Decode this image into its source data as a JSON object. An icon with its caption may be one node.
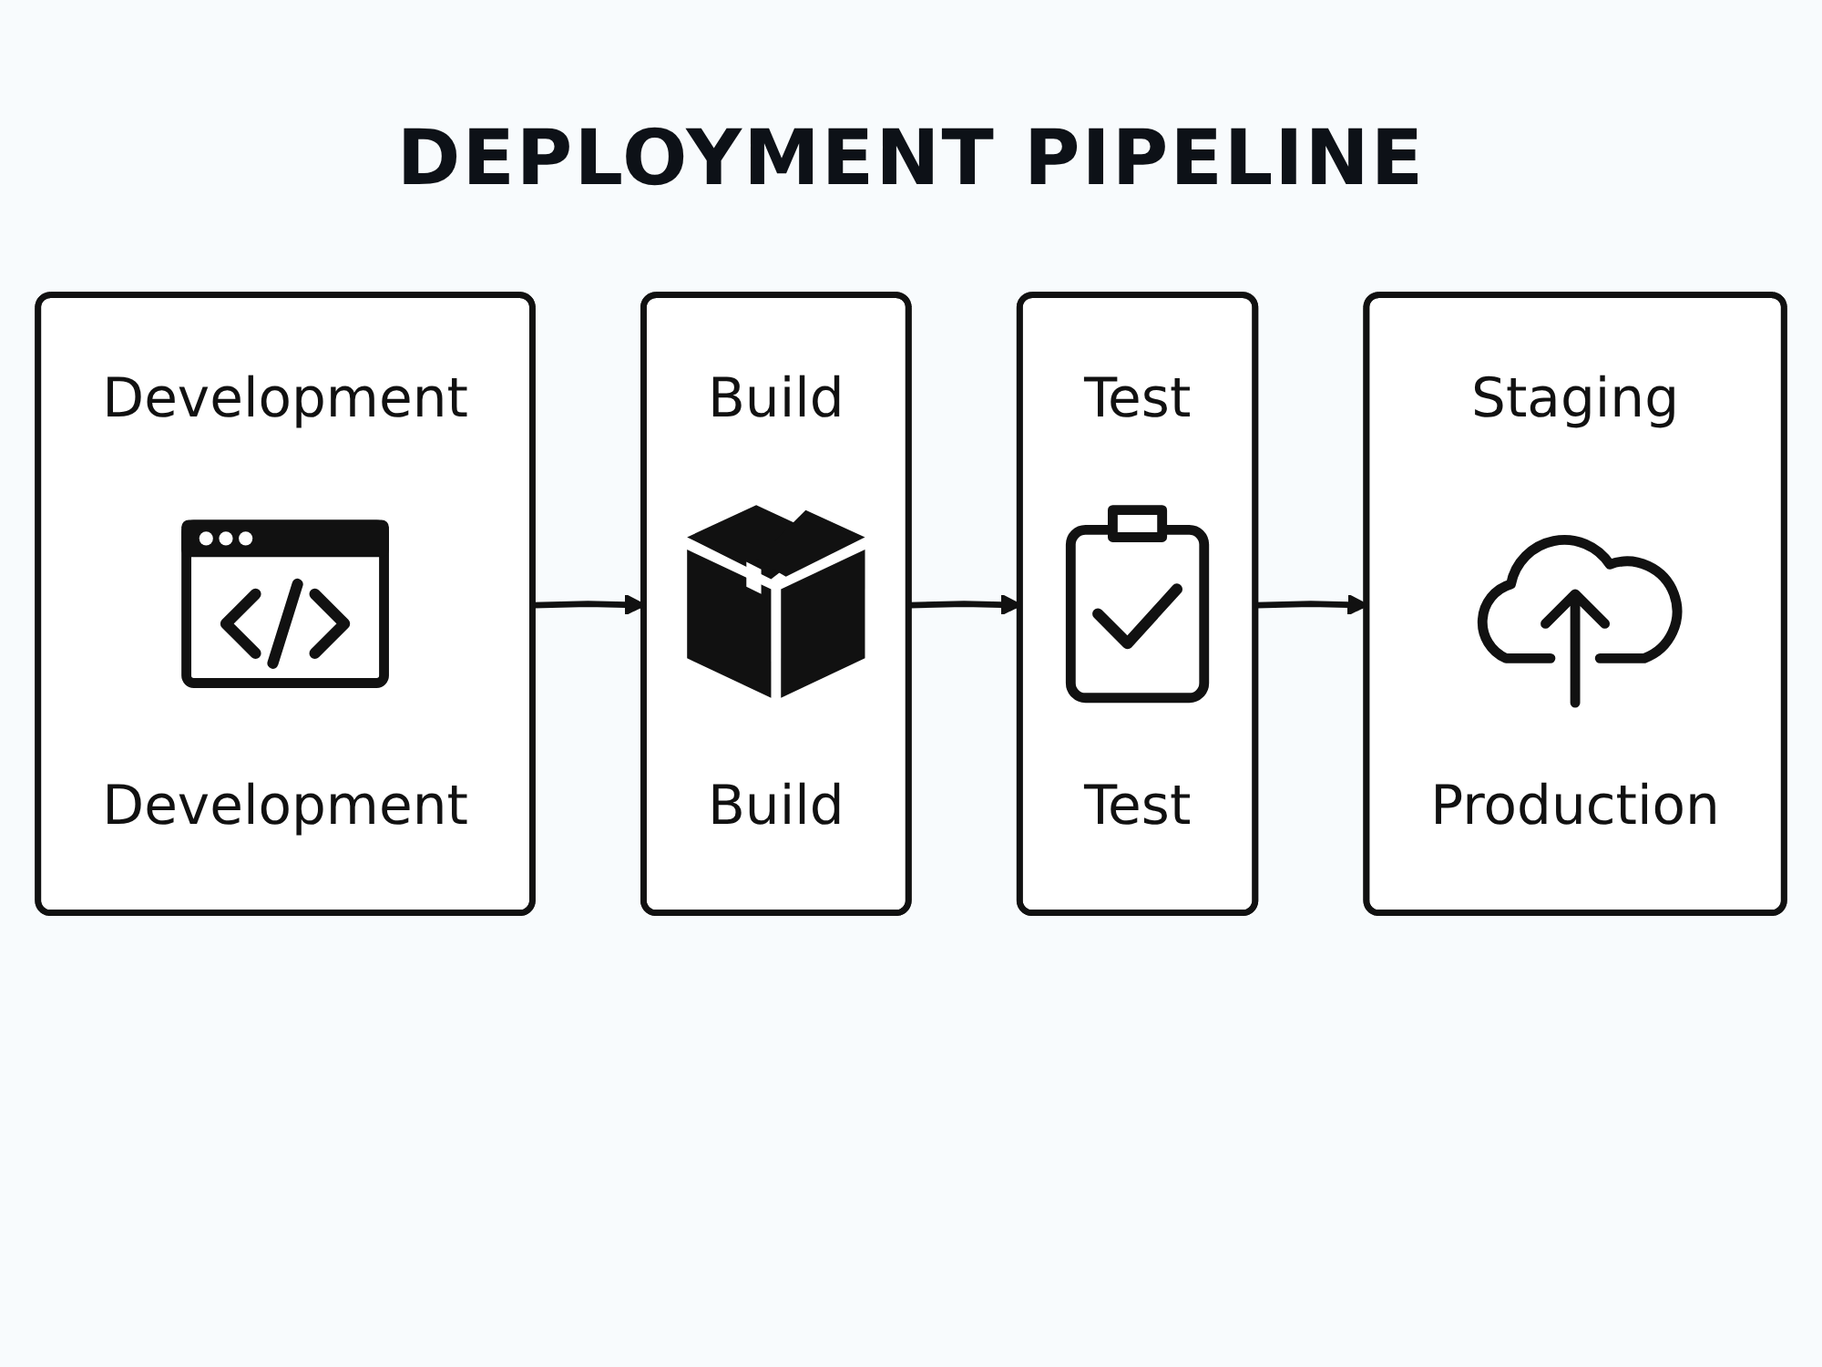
{
  "diagram": {
    "title": "DEPLOYMENT PIPELINE",
    "nodes": [
      {
        "text": [
          "Development",
          "Development"
        ]
      },
      {
        "text": [
          "Build",
          "Build"
        ]
      },
      {
        "text": [
          "Test",
          "Test"
        ]
      },
      {
        "text": [
          "Staging",
          "Production"
        ]
      }
    ],
    "edges": [
      {
        "from": 0,
        "to": 1,
        "arrow": "to"
      },
      {
        "from": 1,
        "to": 2,
        "arrow": "to"
      },
      {
        "from": 2,
        "to": 3,
        "arrow": "to"
      }
    ]
  }
}
